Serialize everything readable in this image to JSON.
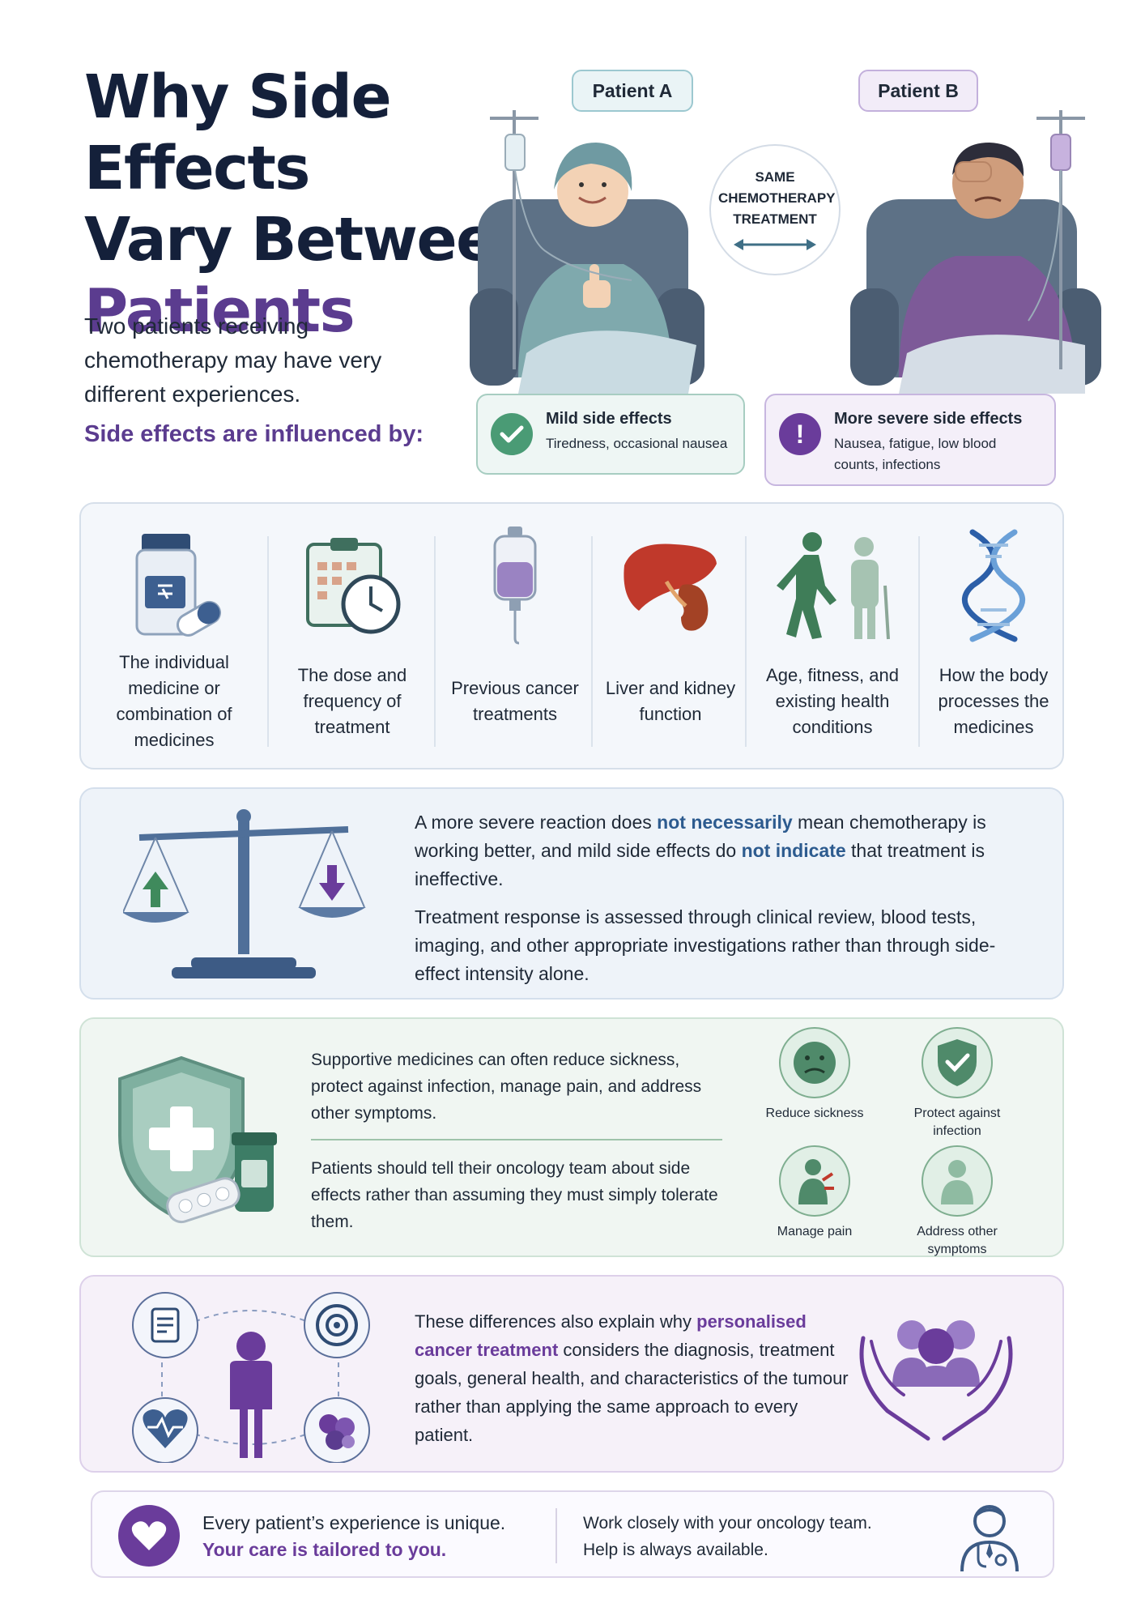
{
  "header": {
    "title_line1": "Why Side Effects",
    "title_line2": "Vary Between",
    "title_accent": "Patients",
    "intro": "Two patients receiving chemotherapy may have very different experiences.",
    "influenced_label": "Side effects are influenced by:"
  },
  "comparison": {
    "patient_a_label": "Patient A",
    "patient_b_label": "Patient B",
    "same_treatment_label": "SAME CHEMOTHERAPY TREATMENT",
    "patient_a_effect_title": "Mild side effects",
    "patient_a_effect_detail": "Tiredness, occasional nausea",
    "patient_b_effect_title": "More severe side effects",
    "patient_b_effect_detail": "Nausea, fatigue, low blood counts, infections",
    "patient_a_icon": "check-icon",
    "patient_b_icon": "exclamation-icon",
    "patient_b_icon_glyph": "!"
  },
  "factors": [
    {
      "label": "The individual medicine or combination of medicines",
      "icon": "medicine-bottle-icon"
    },
    {
      "label": "The dose and frequency of treatment",
      "icon": "calendar-clock-icon"
    },
    {
      "label": "Previous cancer treatments",
      "icon": "iv-bag-icon"
    },
    {
      "label": "Liver and kidney function",
      "icon": "liver-kidney-icon"
    },
    {
      "label": "Age, fitness, and existing health conditions",
      "icon": "people-walking-icon"
    },
    {
      "label": "How the body processes the medicines",
      "icon": "dna-icon"
    }
  ],
  "balance": {
    "p1_a": "A more severe reaction does ",
    "p1_hl1": "not necessarily",
    "p1_b": " mean chemotherapy is working better, and mild side effects do ",
    "p1_hl2": "not indicate",
    "p1_c": " that treatment is ineffective.",
    "p2": "Treatment response is assessed through clinical review, blood tests, imaging, and other appropriate investigations rather than through side-effect intensity alone.",
    "icon": "scales-icon"
  },
  "support": {
    "text1": "Supportive medicines can often reduce sickness, protect against infection, manage pain, and address other symptoms.",
    "text2": "Patients should tell their oncology team about side effects rather than assuming they must simply tolerate them.",
    "benefits": [
      {
        "label": "Reduce sickness",
        "icon": "sick-face-icon"
      },
      {
        "label": "Protect against infection",
        "icon": "shield-check-icon"
      },
      {
        "label": "Manage pain",
        "icon": "pain-person-icon"
      },
      {
        "label": "Address other symptoms",
        "icon": "person-icon"
      }
    ]
  },
  "personal": {
    "text_a": "These differences also explain why ",
    "text_hl": "personalised cancer treatment",
    "text_b": " considers the diagnosis, treatment goals, general health, and characteristics of the tumour rather than applying the same approach to every patient."
  },
  "footer": {
    "left_line1": "Every patient’s experience is unique.",
    "left_line2": "Your care is tailored to you.",
    "right_line1": "Work closely with your oncology team.",
    "right_line2": "Help is always available."
  },
  "colors": {
    "navy": "#14203a",
    "purple": "#5b3c8f",
    "accent_purple": "#6a3c9b",
    "teal": "#4a9b75",
    "blue_highlight": "#2d5b8f"
  }
}
